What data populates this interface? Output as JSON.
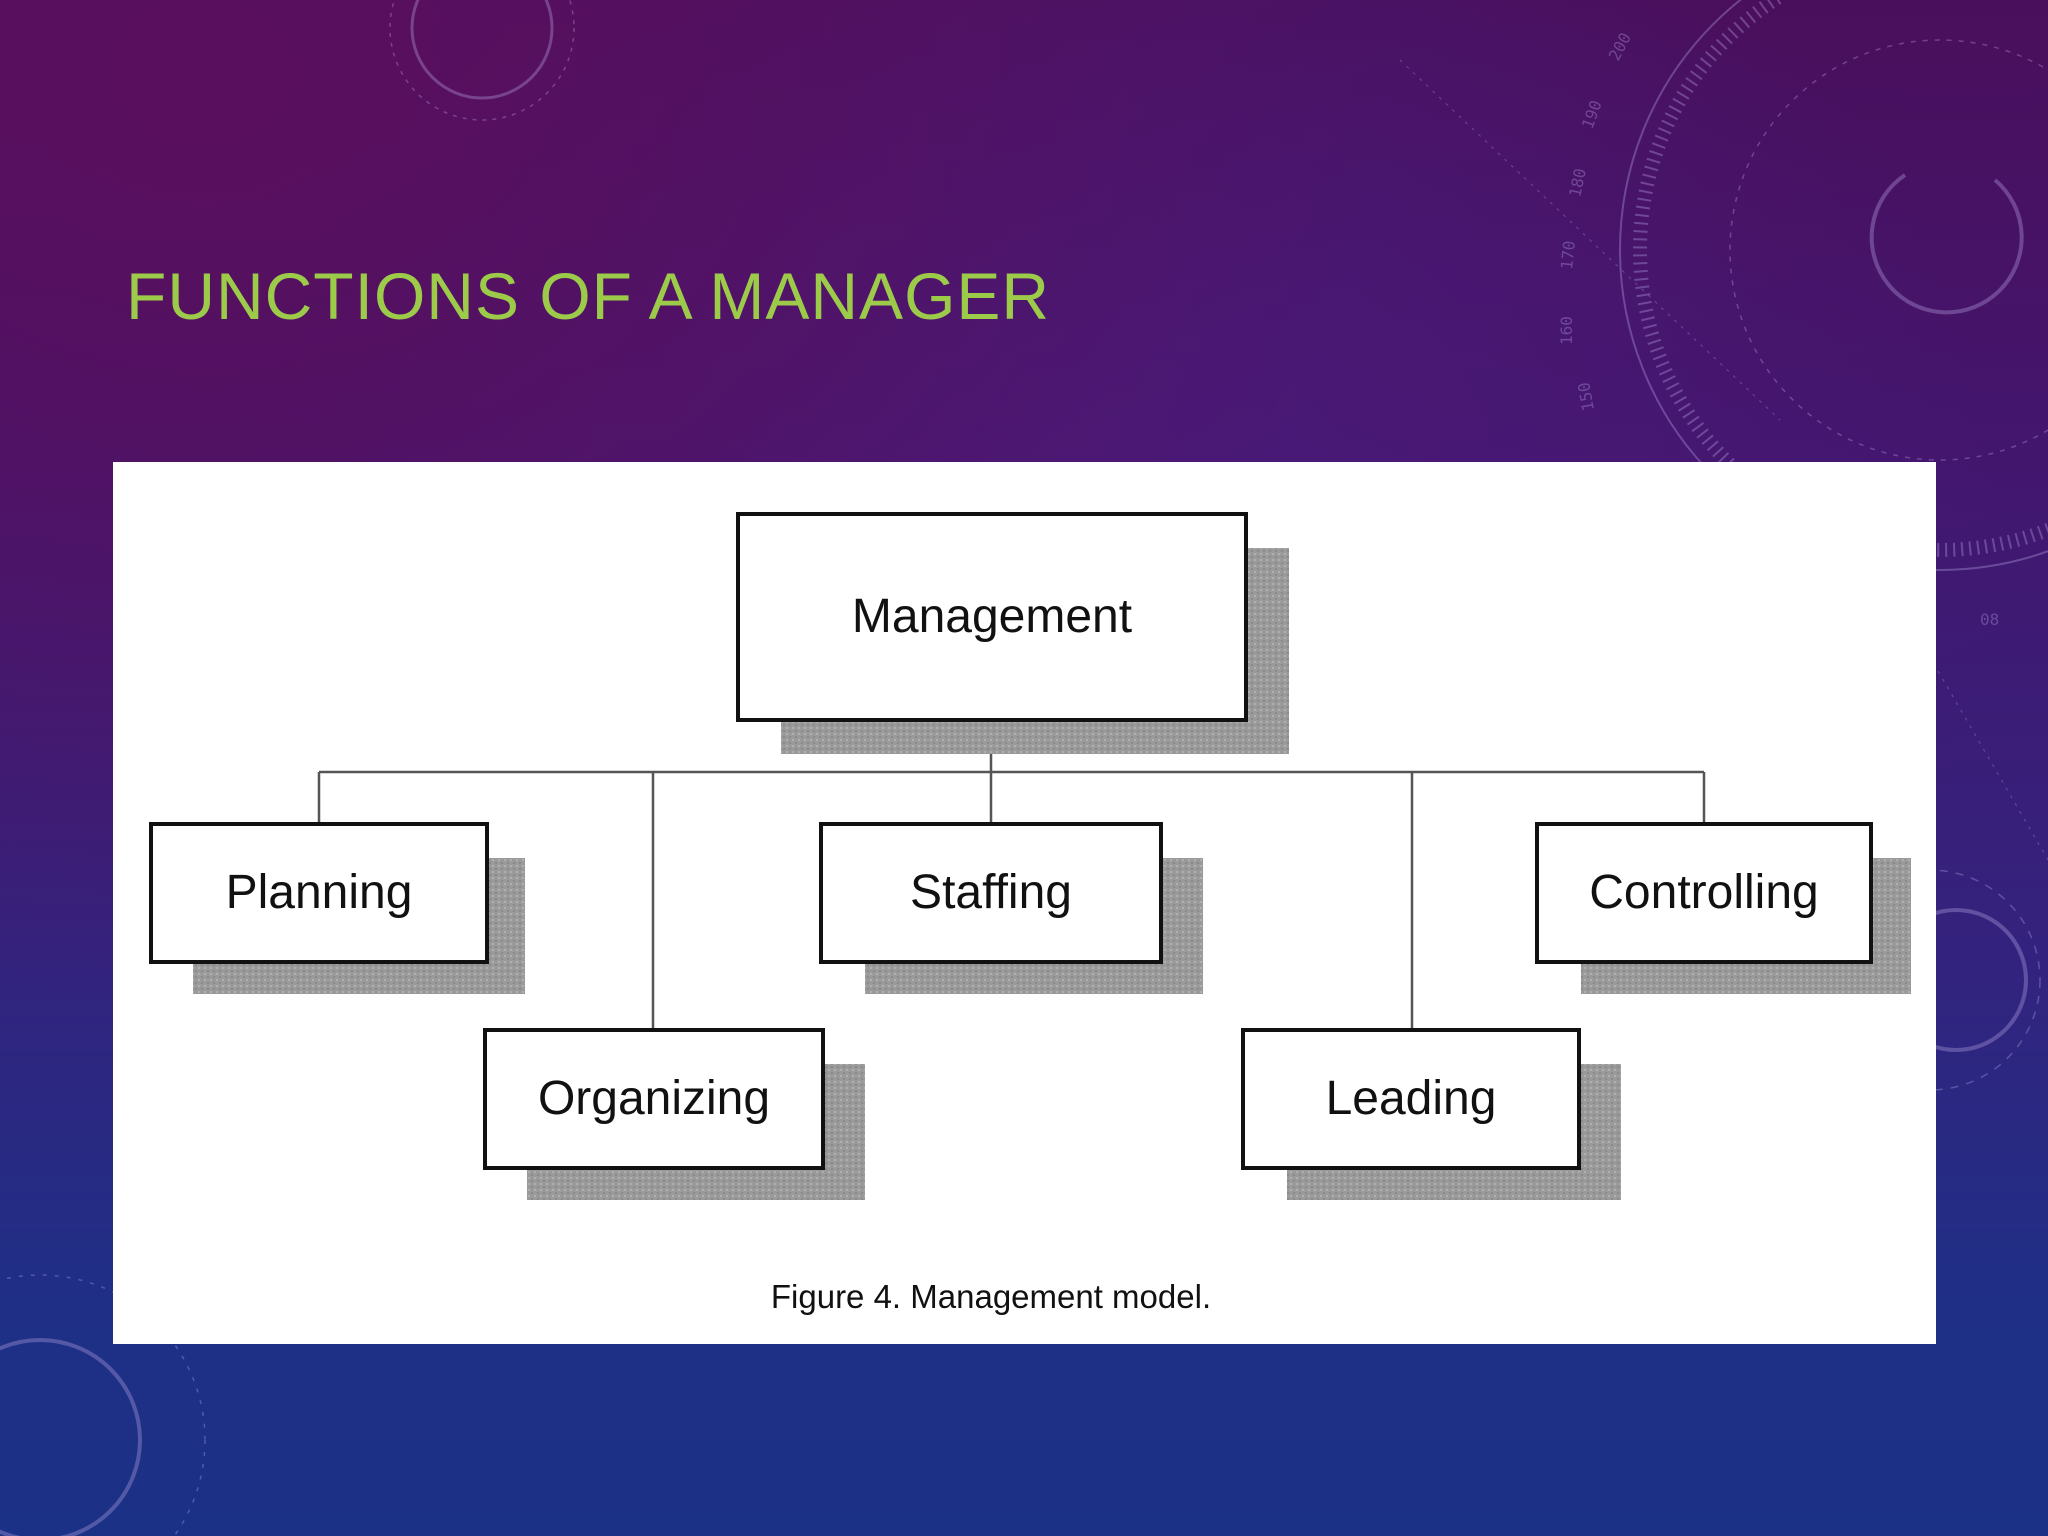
{
  "slide": {
    "title": "FUNCTIONS OF A MANAGER"
  },
  "diagram": {
    "root": "Management",
    "functions": [
      "Planning",
      "Organizing",
      "Staffing",
      "Leading",
      "Controlling"
    ],
    "caption": "Figure 4. Management model."
  },
  "colors": {
    "title": "#9ccb4a",
    "background_top": "#4a0f5c",
    "background_bottom": "#1b3186",
    "box_border": "#111111",
    "box_shadow": "#9a9a9a",
    "connector": "#555555"
  },
  "decoration": {
    "dial_ticks": [
      "200",
      "190",
      "180",
      "170",
      "160",
      "150",
      "08"
    ]
  }
}
